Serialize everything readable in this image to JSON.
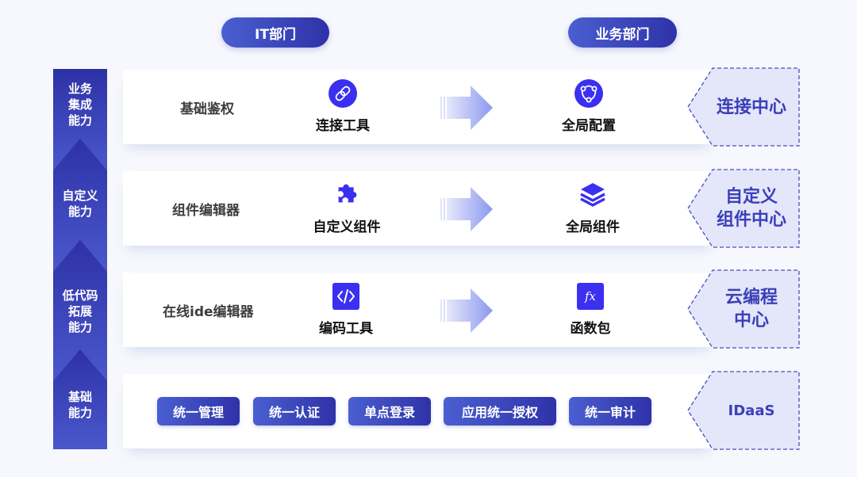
{
  "header": {
    "it_dept": "IT部门",
    "biz_dept": "业务部门"
  },
  "left_column": {
    "segments": [
      {
        "label": "业务\n集成\n能力"
      },
      {
        "label": "自定义\n能力"
      },
      {
        "label": "低代码\n拓展\n能力"
      },
      {
        "label": "基础\n能力"
      }
    ]
  },
  "rows": [
    {
      "it_label": "基础鉴权",
      "it_tool": {
        "label": "连接工具",
        "icon": "link-icon"
      },
      "biz_tool": {
        "label": "全局配置",
        "icon": "share-nodes-icon"
      },
      "center": "连接中心"
    },
    {
      "it_label": "组件编辑器",
      "it_tool": {
        "label": "自定义组件",
        "icon": "puzzle-icon"
      },
      "biz_tool": {
        "label": "全局组件",
        "icon": "layers-icon"
      },
      "center": "自定义\n组件中心"
    },
    {
      "it_label": "在线ide编辑器",
      "it_tool": {
        "label": "编码工具",
        "icon": "code-icon"
      },
      "biz_tool": {
        "label": "函数包",
        "icon": "function-icon"
      },
      "center": "云编程\n中心"
    }
  ],
  "base_row": {
    "chips": [
      "统一管理",
      "统一认证",
      "单点登录",
      "应用统一授权",
      "统一审计"
    ],
    "center": "IDaaS"
  },
  "colors": {
    "primary": "#3a3fb8",
    "icon_blue": "#3b2ff0",
    "hex_fill": "#e4e6fa",
    "hex_border": "#4a4fb8",
    "arrow_start": "#e6e9fb",
    "arrow_end": "#8c98f0"
  }
}
